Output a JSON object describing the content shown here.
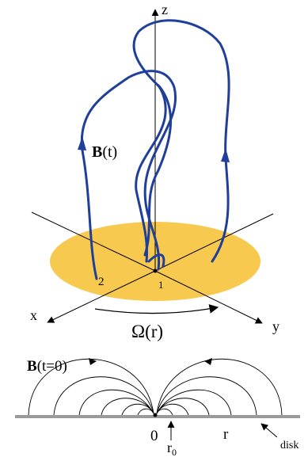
{
  "colors": {
    "disk_fill": "#f7c94f",
    "field_line": "#1f3f9a",
    "axis": "#000000",
    "base_line": "#9a9a9a"
  },
  "top_figure": {
    "axis_labels": {
      "z": "z",
      "x": "x",
      "y": "y"
    },
    "field_label_bold": "B",
    "field_label_rest": "(t)",
    "rotation_label": "Ω(r)",
    "footpoint_labels": [
      "1",
      "2"
    ]
  },
  "bottom_figure": {
    "title_bold": "B",
    "title_rest": "(t=0)",
    "origin_label": "0",
    "r0_label": "r",
    "r0_sub": "0",
    "r_label": "r",
    "disk_label": "disk"
  }
}
